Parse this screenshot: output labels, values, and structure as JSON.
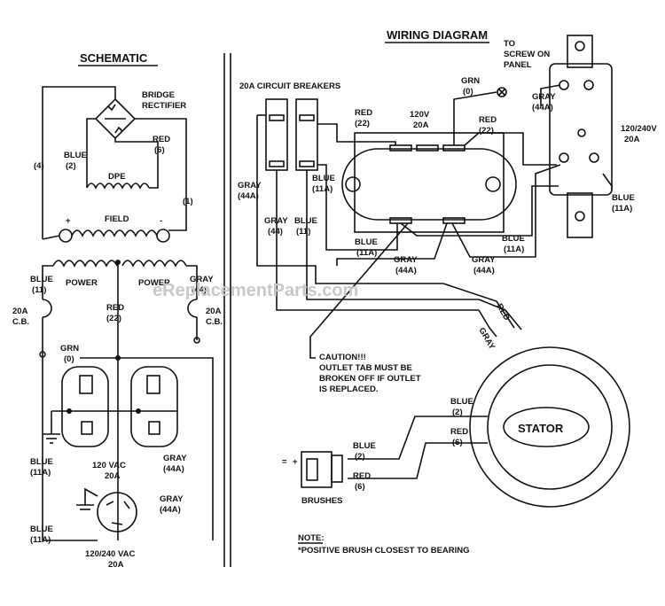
{
  "schematic": {
    "title": "SCHEMATIC",
    "bridge_rectifier": [
      "BRIDGE",
      "RECTIFIER"
    ],
    "wire_4": "(4)",
    "wire_1": "(1)",
    "blue2": [
      "BLUE",
      "(2)"
    ],
    "red6": [
      "RED",
      "(6)"
    ],
    "dpe": "DPE",
    "field": "FIELD",
    "plus": "+",
    "minus": "-",
    "power_left": "POWER",
    "power_right": "POWER",
    "blue11": [
      "BLUE",
      "(11)"
    ],
    "gray44": [
      "GRAY",
      "(44)"
    ],
    "red22": [
      "RED",
      "(22)"
    ],
    "cb_left": [
      "20A",
      "C.B."
    ],
    "cb_right": [
      "20A",
      "C.B."
    ],
    "grn0": [
      "GRN",
      "(0)"
    ],
    "outlet_120": [
      "120 VAC",
      "20A"
    ],
    "blue11a_1": [
      "BLUE",
      "(11A)"
    ],
    "gray44a_1": [
      "GRAY",
      "(44A)"
    ],
    "gray44a_2": [
      "GRAY",
      "(44A)"
    ],
    "blue11a_2": [
      "BLUE",
      "(11A)"
    ],
    "outlet_240": [
      "120/240 VAC",
      "20A"
    ]
  },
  "wiring": {
    "title": "WIRING DIAGRAM",
    "breakers": "20A CIRCUIT BREAKERS",
    "screw": [
      "TO",
      "SCREW ON",
      "PANEL"
    ],
    "grn0": [
      "GRN",
      "(0)"
    ],
    "red22_a": [
      "RED",
      "(22)"
    ],
    "outlet_120v": [
      "120V",
      "20A"
    ],
    "red22_b": [
      "RED",
      "(22)"
    ],
    "gray44a_top": [
      "GRAY",
      "(44A)"
    ],
    "outlet_240": [
      "120/240V",
      "20A"
    ],
    "gray44a_left": [
      "GRAY",
      "(44A)"
    ],
    "gray44": [
      "GRAY",
      "(44)"
    ],
    "blue11": [
      "BLUE",
      "(11)"
    ],
    "blue11a_left": [
      "BLUE",
      "(11A)"
    ],
    "blue11a_mid": [
      "BLUE",
      "(11A)"
    ],
    "blue11a_right": [
      "BLUE",
      "(11A)"
    ],
    "blue11a_far": [
      "BLUE",
      "(11A)"
    ],
    "gray44a_b1": [
      "GRAY",
      "(44A)"
    ],
    "gray44a_b2": [
      "GRAY",
      "(44A)"
    ],
    "caution": [
      "CAUTION!!!",
      "OUTLET TAB MUST BE",
      "BROKEN OFF IF OUTLET",
      "IS REPLACED."
    ],
    "stator": "STATOR",
    "blue2": [
      "BLUE",
      "(2)"
    ],
    "red6": [
      "RED",
      "(6)"
    ],
    "blue2_b": [
      "BLUE",
      "(2)"
    ],
    "red6_b": [
      "RED",
      "(6)"
    ],
    "brushes": "BRUSHES",
    "brush_signs": [
      "=",
      "+"
    ],
    "note": [
      "NOTE:",
      "*POSITIVE BRUSH CLOSEST TO BEARING"
    ]
  },
  "watermark": "eReplacementParts.com"
}
